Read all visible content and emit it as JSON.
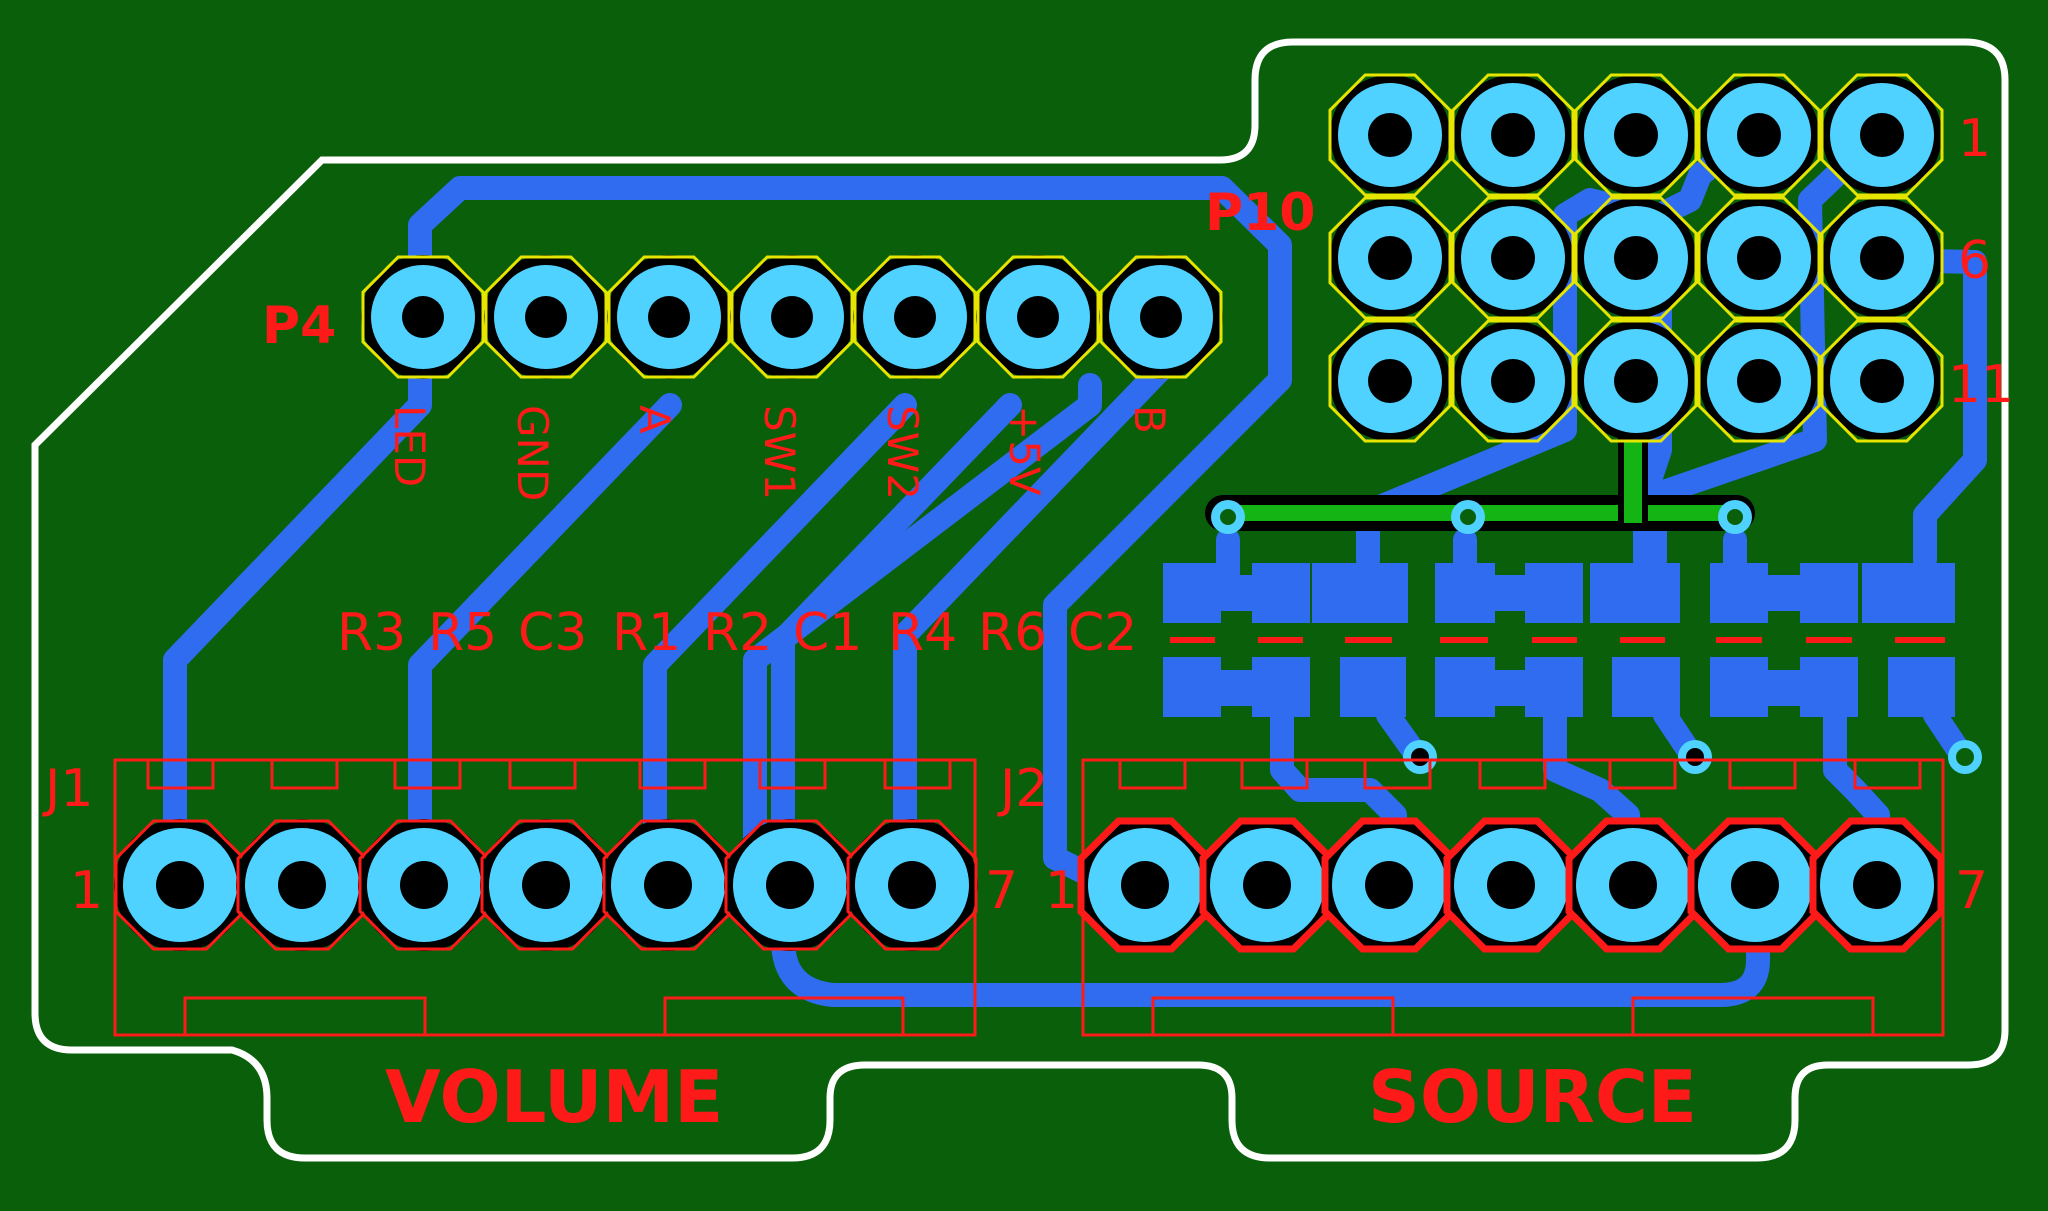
{
  "colors": {
    "board": "#0a5f0a",
    "outline": "#ffffff",
    "trace_bottom": "#2f6cf0",
    "trace_top": "#13b413",
    "pad": "#4fd2ff",
    "hole": "#000000",
    "silk_top": "#e5e500",
    "silk_red": "#ff1a1a"
  },
  "p4": {
    "designator": "P4",
    "pin_labels": [
      "LED",
      "GND",
      "A",
      "SW1",
      "SW2",
      "+5V",
      "B"
    ]
  },
  "p10": {
    "designator": "P10",
    "row_numbers": [
      "1",
      "6",
      "11"
    ]
  },
  "components": [
    "R3",
    "R5",
    "C3",
    "R1",
    "R2",
    "C1",
    "R4",
    "R6",
    "C2"
  ],
  "j1": {
    "designator": "J1",
    "pin_first": "1",
    "pin_last": "7"
  },
  "j2": {
    "designator": "J2",
    "pin_first": "1",
    "pin_last": "7"
  },
  "labels": {
    "volume": "VOLUME",
    "source": "SOURCE"
  }
}
